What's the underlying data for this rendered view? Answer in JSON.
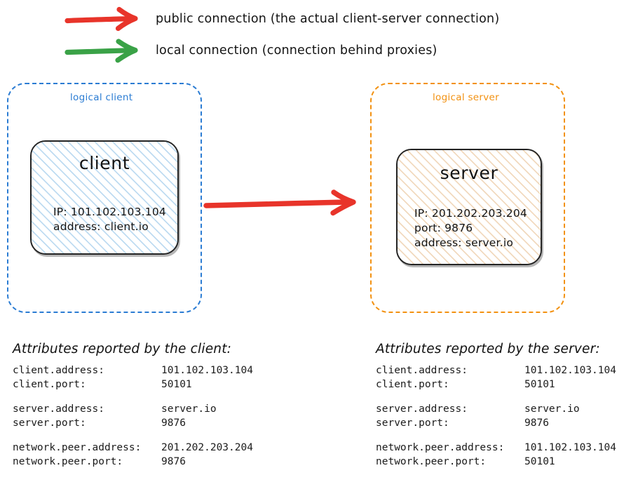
{
  "legend": {
    "items": [
      {
        "icon": "red-arrow-icon",
        "color": "#e8342a",
        "label": "public connection (the actual client-server connection)"
      },
      {
        "icon": "green-arrow-icon",
        "color": "#3aa247",
        "label": "local connection (connection behind proxies)"
      }
    ]
  },
  "diagram": {
    "connection_arrow": {
      "icon": "red-arrow-icon",
      "color": "#e8342a",
      "kind": "public connection"
    },
    "client_group": {
      "label": "logical client",
      "color": "#2b7cd3",
      "node": {
        "title": "client",
        "fill": "#eaf4fc",
        "hatch": "#b8d8f0",
        "lines": [
          "IP: 101.102.103.104",
          "address: client.io"
        ]
      }
    },
    "server_group": {
      "label": "logical server",
      "color": "#f29111",
      "node": {
        "title": "server",
        "fill": "#fdf4e7",
        "hatch": "#f0d6b8",
        "lines": [
          "IP: 201.202.203.204",
          "port: 9876",
          "address: server.io"
        ]
      }
    }
  },
  "attributes": {
    "client_table": {
      "heading": "Attributes reported by the client:",
      "groups": [
        [
          {
            "key": "client.address:",
            "value": "101.102.103.104"
          },
          {
            "key": "client.port:",
            "value": "50101"
          }
        ],
        [
          {
            "key": "server.address:",
            "value": "server.io"
          },
          {
            "key": "server.port:",
            "value": "9876"
          }
        ],
        [
          {
            "key": "network.peer.address:",
            "value": "201.202.203.204"
          },
          {
            "key": "network.peer.port:",
            "value": "9876"
          }
        ]
      ]
    },
    "server_table": {
      "heading": "Attributes reported by the server:",
      "groups": [
        [
          {
            "key": "client.address:",
            "value": "101.102.103.104"
          },
          {
            "key": "client.port:",
            "value": "50101"
          }
        ],
        [
          {
            "key": "server.address:",
            "value": "server.io"
          },
          {
            "key": "server.port:",
            "value": "9876"
          }
        ],
        [
          {
            "key": "network.peer.address:",
            "value": "101.102.103.104"
          },
          {
            "key": "network.peer.port:",
            "value": "50101"
          }
        ]
      ]
    }
  }
}
